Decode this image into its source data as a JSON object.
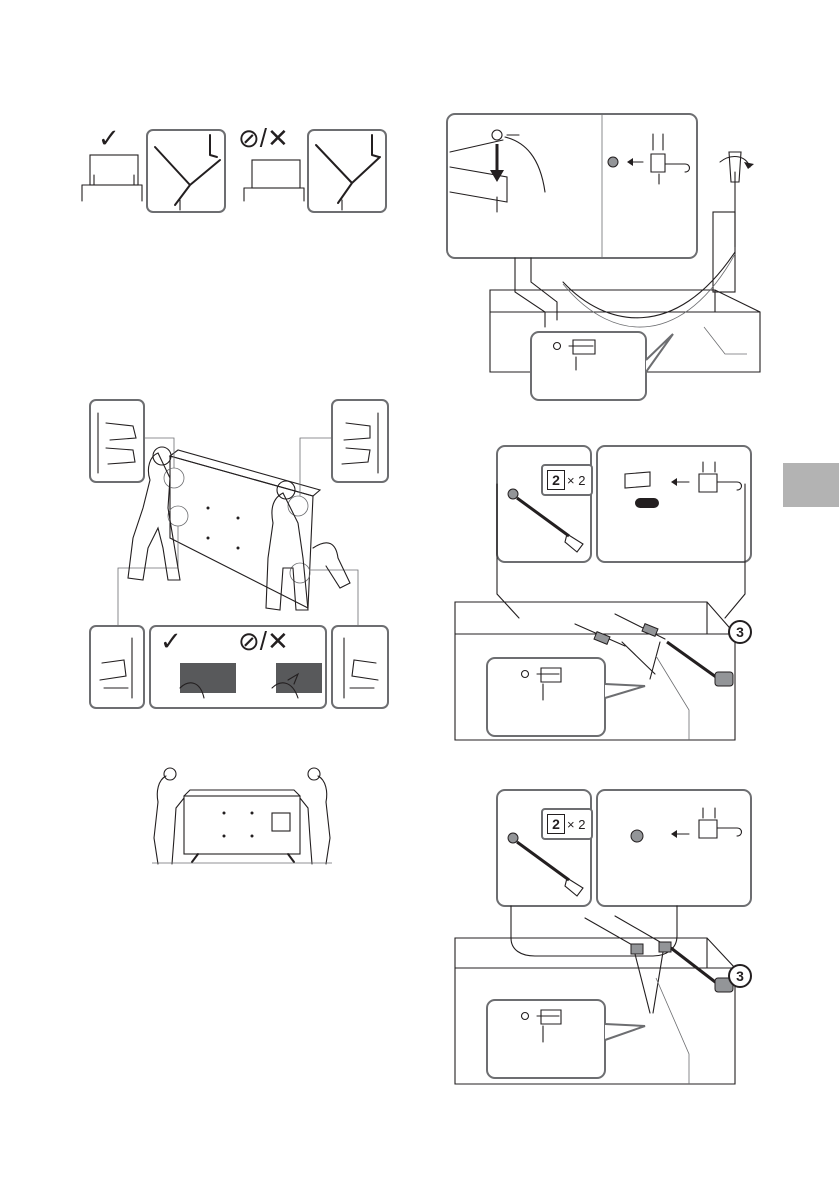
{
  "page": {
    "side_tab_color": "#b3b3b3",
    "accent_color": "#231f20",
    "callout_border_color": "#6d6e71"
  },
  "stand_check": {
    "ok_symbol": "✓",
    "ng_symbol": "⊘/✕",
    "ok_icon": "checkmark-icon",
    "ng_icon": "prohibited-icon"
  },
  "carry_panel": {
    "ok_symbol": "✓",
    "ng_symbol": "⊘/✕"
  },
  "anchor_step_a": {
    "cable_count": "2",
    "cable_multiplier": "× 2",
    "turn_number": "3"
  },
  "anchor_step_b": {
    "cable_count": "2",
    "cable_multiplier": "× 2",
    "turn_number": "3"
  }
}
